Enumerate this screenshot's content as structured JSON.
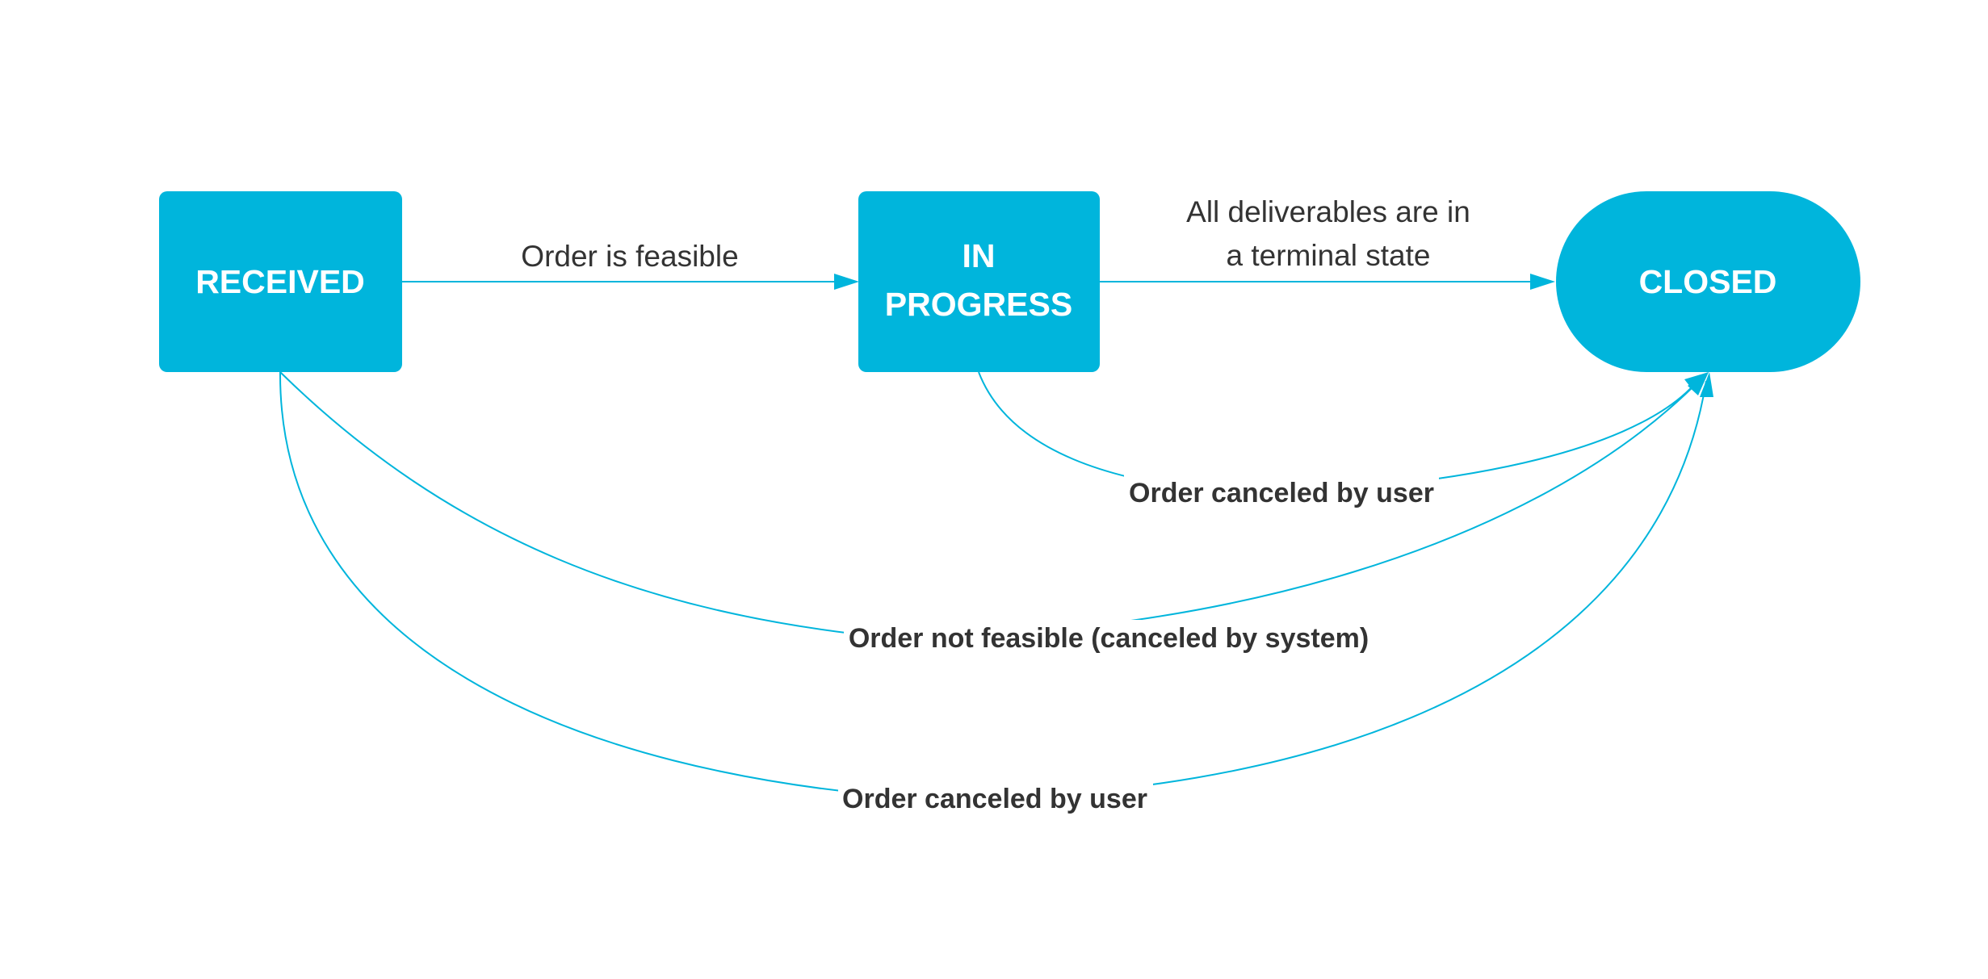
{
  "colors": {
    "node_fill": "#00b5dc",
    "node_text": "#ffffff",
    "edge": "#00b5dc",
    "label_text": "#333333"
  },
  "nodes": {
    "received": {
      "label": "RECEIVED",
      "shape": "rounded-rect"
    },
    "in_progress": {
      "label_line1": "IN",
      "label_line2": "PROGRESS",
      "shape": "rounded-rect"
    },
    "closed": {
      "label": "CLOSED",
      "shape": "stadium"
    }
  },
  "edges": {
    "received_to_in_progress": {
      "from": "RECEIVED",
      "to": "IN PROGRESS",
      "label": "Order is feasible"
    },
    "in_progress_to_closed": {
      "from": "IN PROGRESS",
      "to": "CLOSED",
      "label_line1": "All deliverables are in",
      "label_line2": "a terminal state"
    },
    "in_progress_to_closed_cancel": {
      "from": "IN PROGRESS",
      "to": "CLOSED",
      "label": "Order canceled by user"
    },
    "received_to_closed_not_feasible": {
      "from": "RECEIVED",
      "to": "CLOSED",
      "label": "Order not feasible (canceled by system)"
    },
    "received_to_closed_cancel": {
      "from": "RECEIVED",
      "to": "CLOSED",
      "label": "Order canceled by user"
    }
  }
}
